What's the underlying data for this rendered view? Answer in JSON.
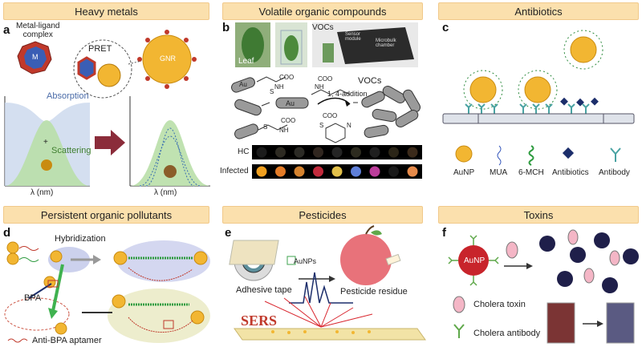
{
  "panels": {
    "a": {
      "header": "Heavy metals",
      "letter": "a",
      "texts": {
        "complex": "Metal-ligand\ncomplex",
        "m": "M",
        "pret": "PRET",
        "gnr": "GNR",
        "absorption": "Absorption",
        "scattering": "Scattering",
        "plus": "+",
        "lambda1": "λ (nm)",
        "lambda2": "λ (nm)"
      }
    },
    "b": {
      "header": "Volatile organic compounds",
      "letter": "b",
      "texts": {
        "leaf": "Leaf",
        "vocs_top": "VOCs",
        "sensor": "Sensor\nmodule",
        "chamber": "Microbulk\nchamber",
        "vocs_mid": "VOCs",
        "addition": "1, 4-addition",
        "coo1": "COO",
        "nh2_1": "NH",
        "au1": "Au",
        "au2": "Au",
        "coo2": "COO",
        "nh2_2": "NH",
        "s1": "S",
        "coo3": "COO",
        "nh2_3": "NH",
        "s2": "S",
        "n1": "N",
        "s3": "S",
        "coo4": "COO",
        "hc": "HC",
        "infected": "Infected"
      }
    },
    "c": {
      "header": "Antibiotics",
      "letter": "c",
      "legend": [
        "AuNP",
        "MUA",
        "6-MCH",
        "Antibiotics",
        "Antibody"
      ]
    },
    "d": {
      "header": "Persistent organic pollutants",
      "letter": "d",
      "texts": {
        "hybridization": "Hybridization",
        "bpa": "BPA",
        "aptamer": "Anti-BPA aptamer"
      }
    },
    "e": {
      "header": "Pesticides",
      "letter": "e",
      "texts": {
        "aunps": "AuNPs",
        "tape": "Adhesive tape",
        "residue": "Pesticide residue",
        "sers": "SERS"
      }
    },
    "f": {
      "header": "Toxins",
      "letter": "f",
      "texts": {
        "aunp": "AuNP",
        "toxin": "Cholera toxin",
        "antibody": "Cholera antibody"
      }
    }
  },
  "chip_colors": {
    "hc": [
      "#1b1b1b",
      "#2d2a22",
      "#2b2a25",
      "#30261f",
      "#242424",
      "#2d2b1f",
      "#1f1f1f",
      "#2b2517",
      "#3b2a1a"
    ],
    "infected": [
      "#f0a020",
      "#e37b27",
      "#d5832f",
      "#c22a3c",
      "#e2c04a",
      "#5f7fd8",
      "#bc3d9b",
      "#191919",
      "#e58a4a"
    ]
  }
}
